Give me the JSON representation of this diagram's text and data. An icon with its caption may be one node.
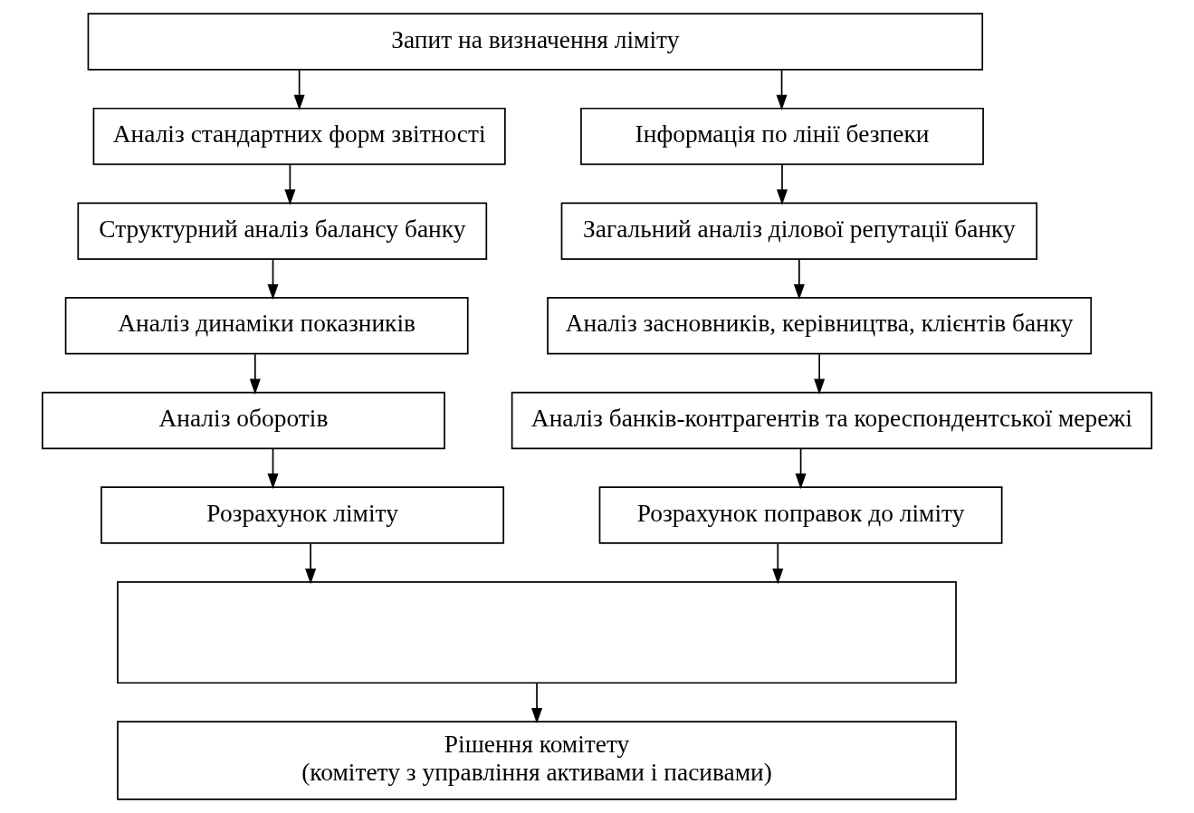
{
  "diagram": {
    "nodes": [
      {
        "text": [
          "Запит на визначення ліміту"
        ]
      },
      {
        "text": [
          "Аналіз стандартних форм звітності"
        ]
      },
      {
        "text": [
          "Інформація по лінії безпеки"
        ]
      },
      {
        "text": [
          "Структурний аналіз балансу банку"
        ]
      },
      {
        "text": [
          "Загальний аналіз ділової репутації банку"
        ]
      },
      {
        "text": [
          "Аналіз динаміки показників"
        ]
      },
      {
        "text": [
          "Аналіз засновників, керівництва, клієнтів банку"
        ]
      },
      {
        "text": [
          "Аналіз оборотів"
        ]
      },
      {
        "text": [
          "Аналіз банків-контрагентів та кореспондентської мережі"
        ]
      },
      {
        "text": [
          "Розрахунок ліміту"
        ]
      },
      {
        "text": [
          "Розрахунок поправок до ліміту"
        ]
      },
      {
        "text": [],
        "shape": "box"
      },
      {
        "text": [
          "Рішення комітету",
          "(комітету з управління активами і пасивами)"
        ]
      }
    ],
    "edges": [
      {
        "from": 0,
        "to": 1,
        "arrow": "to"
      },
      {
        "from": 0,
        "to": 2,
        "arrow": "to"
      },
      {
        "from": 1,
        "to": 3,
        "arrow": "to"
      },
      {
        "from": 3,
        "to": 5,
        "arrow": "to"
      },
      {
        "from": 5,
        "to": 7,
        "arrow": "to"
      },
      {
        "from": 7,
        "to": 9,
        "arrow": "to"
      },
      {
        "from": 2,
        "to": 4,
        "arrow": "to"
      },
      {
        "from": 4,
        "to": 6,
        "arrow": "to"
      },
      {
        "from": 6,
        "to": 8,
        "arrow": "to"
      },
      {
        "from": 8,
        "to": 10,
        "arrow": "to"
      },
      {
        "from": 9,
        "to": 11,
        "arrow": "to"
      },
      {
        "from": 10,
        "to": 11,
        "arrow": "to"
      },
      {
        "from": 11,
        "to": 12,
        "arrow": "to"
      }
    ]
  }
}
